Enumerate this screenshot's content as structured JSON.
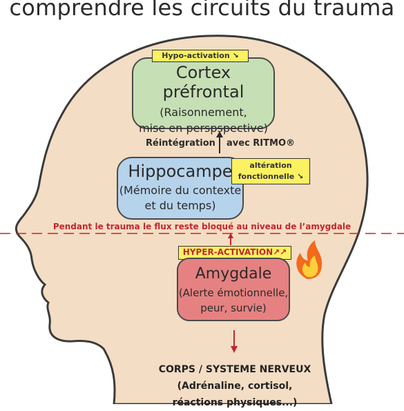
{
  "title": "comprendre les circuits du trauma",
  "colors": {
    "head_fill": "#f3ddc4",
    "head_stroke": "#3a3a3a",
    "cortex_fill": "#c6dfb4",
    "hippocampe_fill": "#b6d3ec",
    "amygdale_fill": "#e68181",
    "tag_fill": "#fbf161",
    "alert_red": "#c1272d"
  },
  "cortex": {
    "title": "Cortex préfrontal",
    "desc_line1": "(Raisonnement,",
    "desc_line2": "mise en perspspective)",
    "tag": "Hypo-activation ↘"
  },
  "reintegration": {
    "left": "Réintégration",
    "right": "avec RITMO®"
  },
  "hippocampe": {
    "title": "Hippocampe",
    "desc_line1": "(Mémoire du contexte",
    "desc_line2": "et du temps)",
    "tag_line1": "altération",
    "tag_line2": "fonctionnelle ↘"
  },
  "flux_text": "Pendant le trauma le flux reste bloqué au niveau de l’amygdale",
  "amygdale": {
    "tag": "HYPER-ACTIVATION↗↗",
    "title": "Amygdale",
    "desc_line1": "(Alerte émotionnelle,",
    "desc_line2": "peur, survie)",
    "icon": "fire-icon"
  },
  "corps": {
    "line1": "CORPS / SYSTEME NERVEUX",
    "line2": "(Adrénaline, cortisol,",
    "line3": "réactions physiques...)"
  }
}
